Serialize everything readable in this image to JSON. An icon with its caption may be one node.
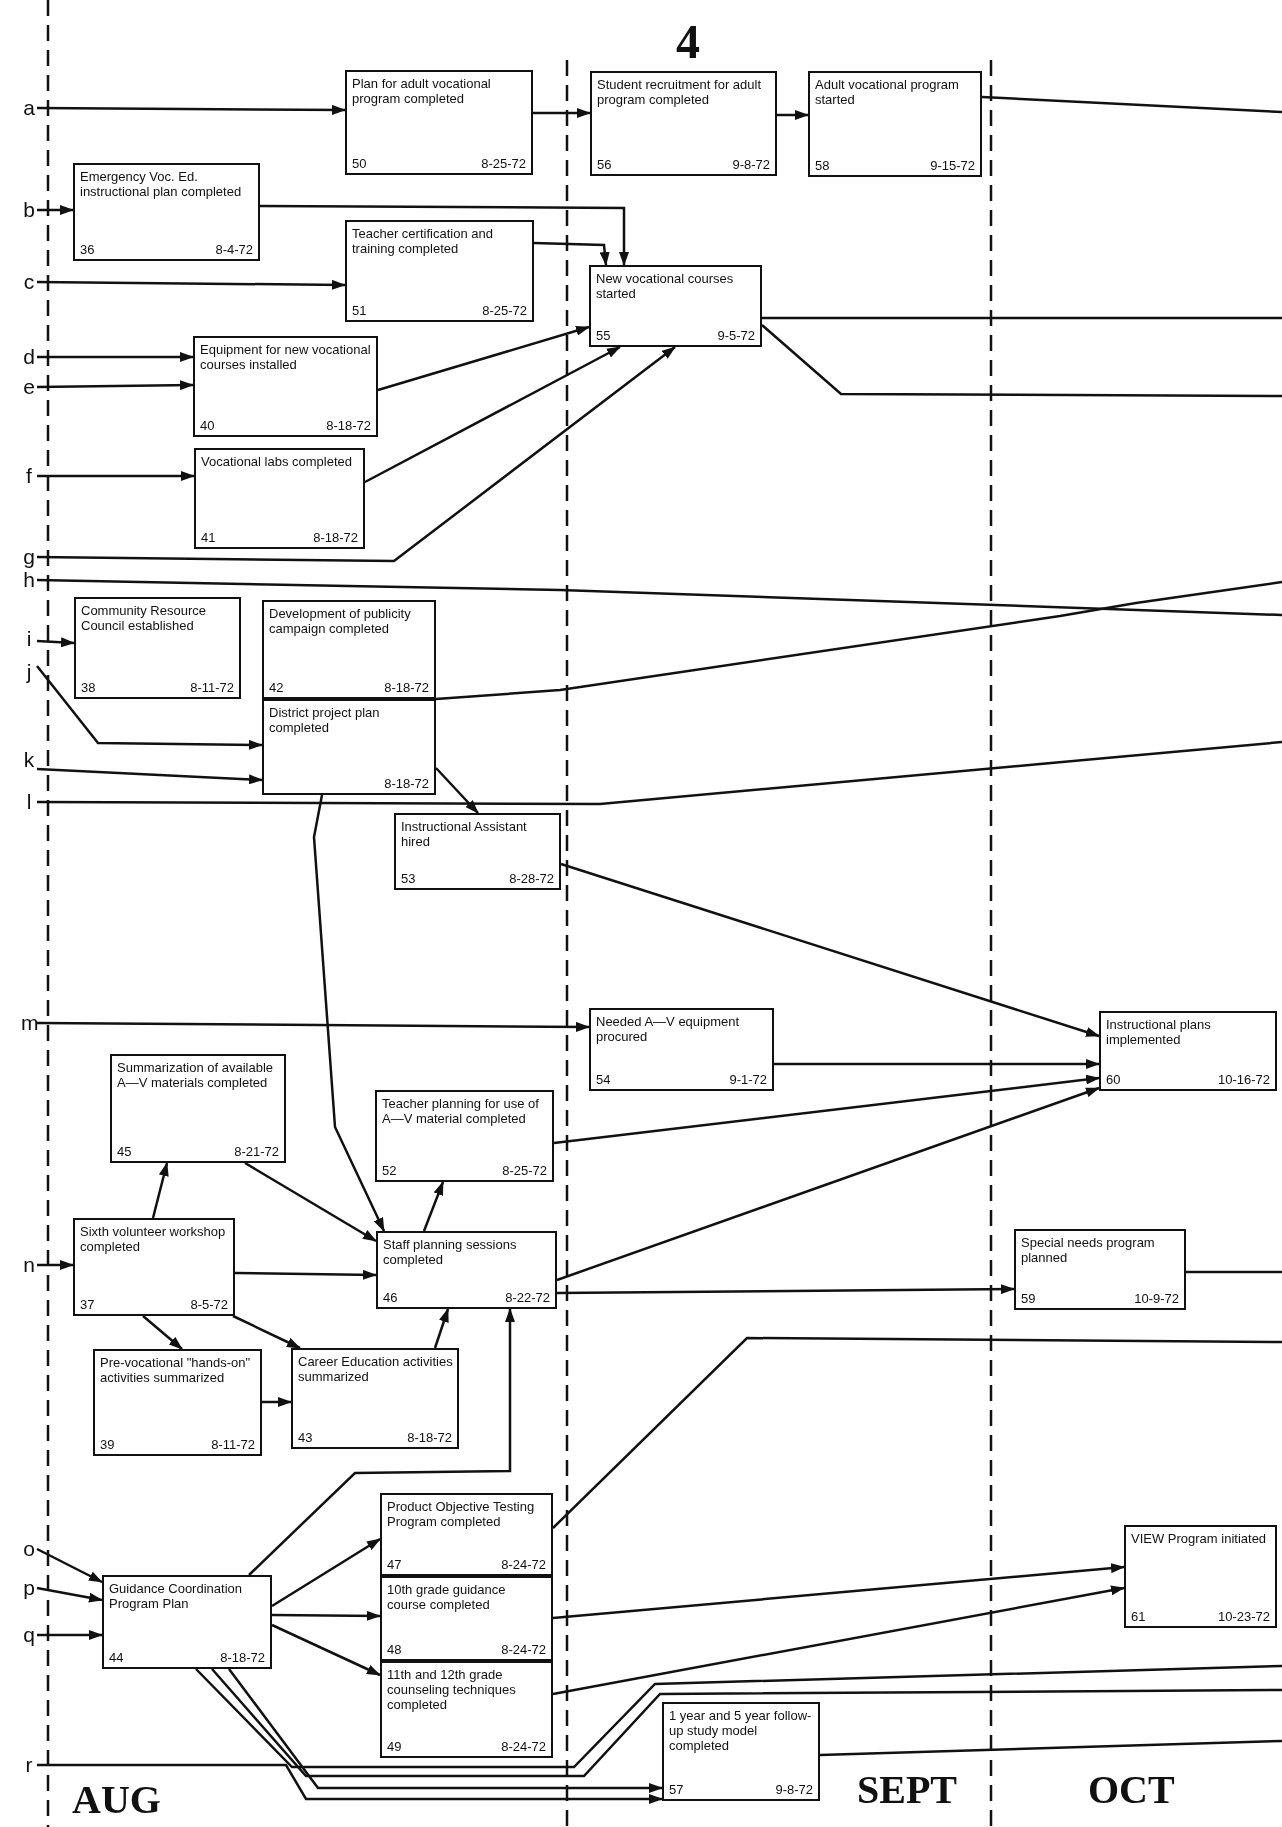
{
  "diagram": {
    "nodes": [
      {
        "text": [
          "a"
        ]
      },
      {
        "text": [
          "Plan for adult vocational program completed",
          "50",
          "8-25-72"
        ]
      },
      {
        "text": [
          "Student recruitment for adult program completed",
          "56",
          "9-8-72"
        ]
      },
      {
        "text": [
          "Adult vocational program started",
          "58",
          "9-15-72"
        ]
      },
      {
        "text": [
          "b"
        ]
      },
      {
        "text": [
          "Emergency Voc. Ed. instructional plan completed",
          "36",
          "8-4-72"
        ]
      },
      {
        "text": [
          "c"
        ]
      },
      {
        "text": [
          "Teacher certification and training completed",
          "51",
          "8-25-72"
        ]
      },
      {
        "text": [
          "New vocational courses started",
          "55",
          "9-5-72"
        ]
      },
      {
        "text": [
          "d"
        ]
      },
      {
        "text": [
          "e"
        ]
      },
      {
        "text": [
          "Equipment for new vocational courses installed",
          "40",
          "8-18-72"
        ]
      },
      {
        "text": [
          "f"
        ]
      },
      {
        "text": [
          "Vocational labs completed",
          "41",
          "8-18-72"
        ]
      },
      {
        "text": [
          "g"
        ]
      },
      {
        "text": [
          "h"
        ]
      },
      {
        "text": [
          "i"
        ]
      },
      {
        "text": [
          "Community Resource Council established",
          "38",
          "8-11-72"
        ]
      },
      {
        "text": [
          "Development of publicity campaign completed",
          "42",
          "8-18-72"
        ]
      },
      {
        "text": [
          "j"
        ]
      },
      {
        "text": [
          "District project plan completed",
          "8-18-72"
        ]
      },
      {
        "text": [
          "k"
        ]
      },
      {
        "text": [
          "l"
        ]
      },
      {
        "text": [
          "Instructional Assistant hired",
          "53",
          "8-28-72"
        ]
      },
      {
        "text": [
          "m"
        ]
      },
      {
        "text": [
          "Needed A—V equipment procured",
          "54",
          "9-1-72"
        ]
      },
      {
        "text": [
          "Instructional plans implemented",
          "60",
          "10-16-72"
        ]
      },
      {
        "text": [
          "Summarization of available A—V materials completed",
          "45",
          "8-21-72"
        ]
      },
      {
        "text": [
          "Teacher planning for use of A—V material completed",
          "52",
          "8-25-72"
        ]
      },
      {
        "text": [
          "n"
        ]
      },
      {
        "text": [
          "Sixth volunteer workshop completed",
          "37",
          "8-5-72"
        ]
      },
      {
        "text": [
          "Staff planning sessions completed",
          "46",
          "8-22-72"
        ]
      },
      {
        "text": [
          "Special needs program planned",
          "59",
          "10-9-72"
        ]
      },
      {
        "text": [
          "Pre-vocational \"hands-on\" activities summarized",
          "39",
          "8-11-72"
        ]
      },
      {
        "text": [
          "Career Education activities summarized",
          "43",
          "8-18-72"
        ]
      },
      {
        "text": [
          "o"
        ]
      },
      {
        "text": [
          "p"
        ]
      },
      {
        "text": [
          "q"
        ]
      },
      {
        "text": [
          "Guidance Coordination Program Plan",
          "44",
          "8-18-72"
        ]
      },
      {
        "text": [
          "Product Objective Testing Program completed",
          "47",
          "8-24-72"
        ]
      },
      {
        "text": [
          "10th grade guidance course completed",
          "48",
          "8-24-72"
        ]
      },
      {
        "text": [
          "11th and 12th grade counseling techniques completed",
          "49",
          "8-24-72"
        ]
      },
      {
        "text": [
          "VIEW Program initiated",
          "61",
          "10-23-72"
        ]
      },
      {
        "text": [
          "r"
        ]
      },
      {
        "text": [
          "1 year and 5 year follow-up study model completed",
          "57",
          "9-8-72"
        ]
      }
    ],
    "edges": [
      {
        "from": 0,
        "to": 1,
        "arrow": "to"
      },
      {
        "from": 1,
        "to": 2,
        "arrow": "to"
      },
      {
        "from": 2,
        "to": 3,
        "arrow": "to"
      },
      {
        "from": 3,
        "to": null,
        "arrow": "none"
      },
      {
        "from": 4,
        "to": 5,
        "arrow": "to"
      },
      {
        "from": 5,
        "to": 8,
        "arrow": "to"
      },
      {
        "from": 6,
        "to": 7,
        "arrow": "to"
      },
      {
        "from": 7,
        "to": 8,
        "arrow": "to"
      },
      {
        "from": 9,
        "to": 11,
        "arrow": "to"
      },
      {
        "from": 10,
        "to": 11,
        "arrow": "to"
      },
      {
        "from": 11,
        "to": 8,
        "arrow": "to"
      },
      {
        "from": 12,
        "to": 13,
        "arrow": "to"
      },
      {
        "from": 13,
        "to": 8,
        "arrow": "to"
      },
      {
        "from": 14,
        "to": 8,
        "arrow": "to"
      },
      {
        "from": 8,
        "to": null,
        "arrow": "none"
      },
      {
        "from": 8,
        "to": null,
        "arrow": "none"
      },
      {
        "from": 15,
        "to": null,
        "arrow": "none"
      },
      {
        "from": 16,
        "to": 17,
        "arrow": "to"
      },
      {
        "from": 18,
        "to": null,
        "arrow": "none"
      },
      {
        "from": 19,
        "to": 20,
        "arrow": "to"
      },
      {
        "from": 21,
        "to": 20,
        "arrow": "to"
      },
      {
        "from": 22,
        "to": null,
        "arrow": "none"
      },
      {
        "from": 20,
        "to": 23,
        "arrow": "to"
      },
      {
        "from": 20,
        "to": 31,
        "arrow": "to"
      },
      {
        "from": 23,
        "to": 26,
        "arrow": "to"
      },
      {
        "from": 24,
        "to": 25,
        "arrow": "to"
      },
      {
        "from": 25,
        "to": 26,
        "arrow": "to"
      },
      {
        "from": 28,
        "to": 26,
        "arrow": "to"
      },
      {
        "from": 31,
        "to": 26,
        "arrow": "to"
      },
      {
        "from": 29,
        "to": 30,
        "arrow": "to"
      },
      {
        "from": 30,
        "to": 27,
        "arrow": "to"
      },
      {
        "from": 27,
        "to": 31,
        "arrow": "to"
      },
      {
        "from": 30,
        "to": 31,
        "arrow": "to"
      },
      {
        "from": 30,
        "to": 33,
        "arrow": "to"
      },
      {
        "from": 30,
        "to": 34,
        "arrow": "to"
      },
      {
        "from": 33,
        "to": 34,
        "arrow": "to"
      },
      {
        "from": 34,
        "to": 31,
        "arrow": "to"
      },
      {
        "from": 31,
        "to": 28,
        "arrow": "to"
      },
      {
        "from": 31,
        "to": 32,
        "arrow": "to"
      },
      {
        "from": 32,
        "to": null,
        "arrow": "none"
      },
      {
        "from": 35,
        "to": 38,
        "arrow": "to"
      },
      {
        "from": 36,
        "to": 38,
        "arrow": "to"
      },
      {
        "from": 37,
        "to": 38,
        "arrow": "to"
      },
      {
        "from": 38,
        "to": 31,
        "arrow": "to"
      },
      {
        "from": 38,
        "to": 39,
        "arrow": "to"
      },
      {
        "from": 38,
        "to": 40,
        "arrow": "to"
      },
      {
        "from": 38,
        "to": 41,
        "arrow": "to"
      },
      {
        "from": 39,
        "to": null,
        "arrow": "none"
      },
      {
        "from": 40,
        "to": 42,
        "arrow": "to"
      },
      {
        "from": 41,
        "to": 42,
        "arrow": "to"
      },
      {
        "from": 38,
        "to": null,
        "arrow": "none"
      },
      {
        "from": 38,
        "to": null,
        "arrow": "none"
      },
      {
        "from": 38,
        "to": 44,
        "arrow": "to"
      },
      {
        "from": 43,
        "to": 44,
        "arrow": "to"
      },
      {
        "from": 44,
        "to": null,
        "arrow": "none"
      }
    ],
    "labels": [
      "4",
      "AUG",
      "SEPT",
      "OCT"
    ]
  }
}
